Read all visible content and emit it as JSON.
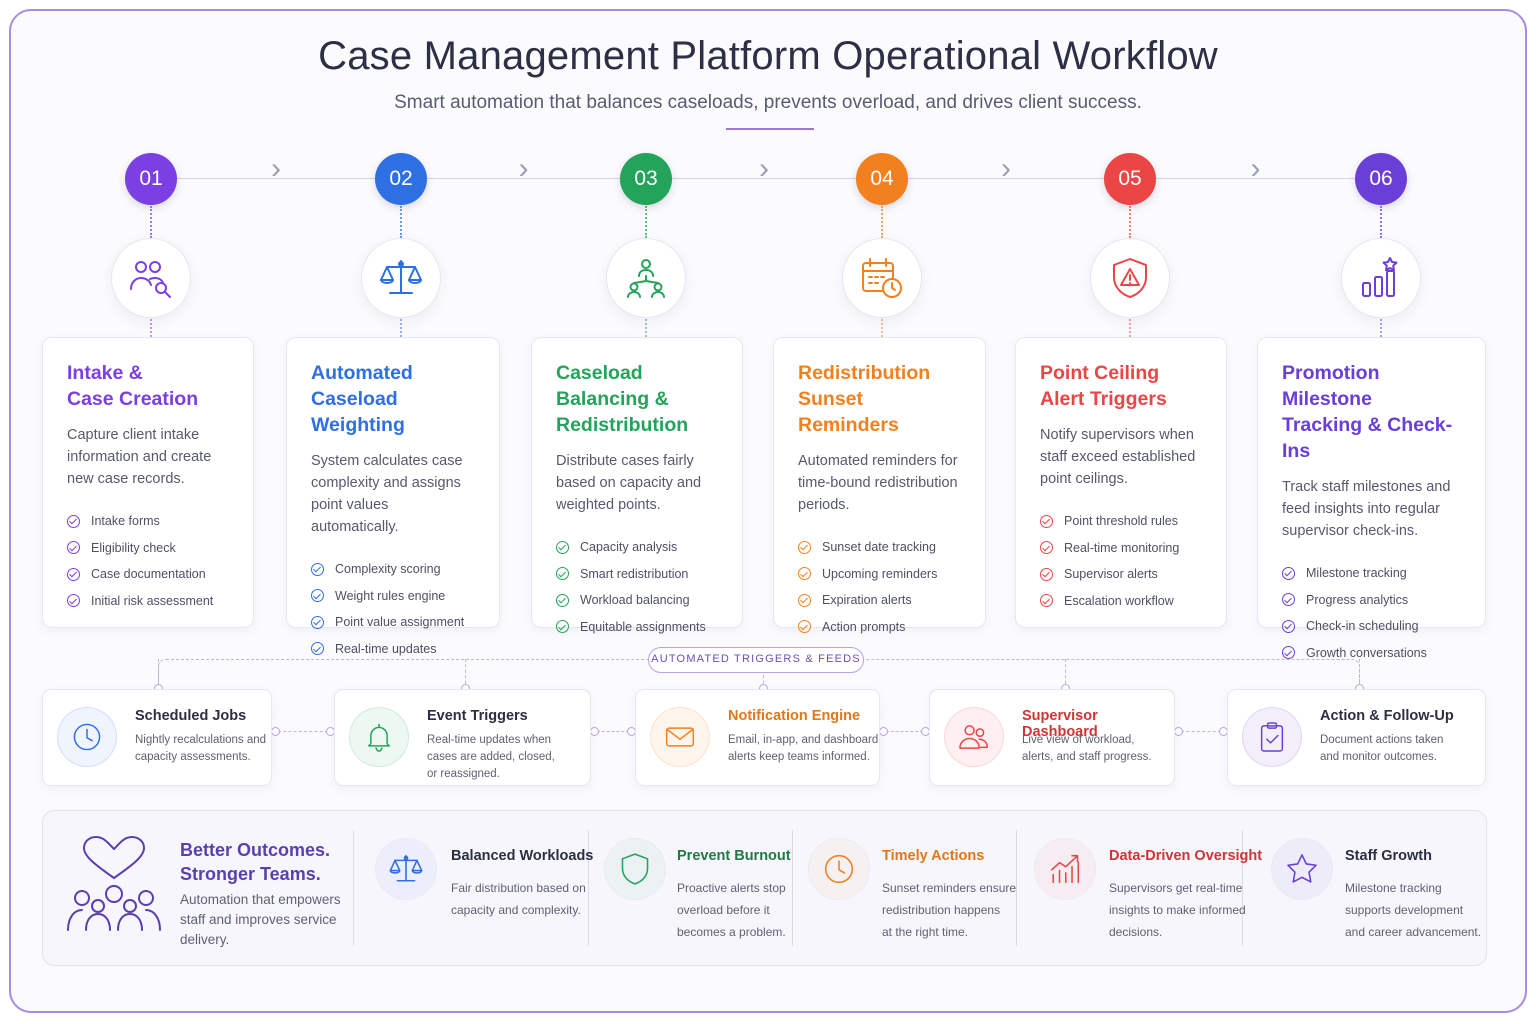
{
  "header": {
    "title": "Case Management Platform Operational Workflow",
    "subtitle": "Smart automation that balances caseloads, prevents overload, and drives client success."
  },
  "steps": [
    {
      "number": "01",
      "color": "#7b3fe4",
      "title_lines": [
        "Intake &",
        "Case Creation"
      ],
      "description": "Capture client intake information and create new case records.",
      "features": [
        "Intake forms",
        "Eligibility check",
        "Case documentation",
        "Initial risk assessment"
      ],
      "icon": "users-search-icon"
    },
    {
      "number": "02",
      "color": "#2f6fe4",
      "title_lines": [
        "Automated",
        "Caseload Weighting"
      ],
      "description": "System calculates case complexity and assigns point values automatically.",
      "features": [
        "Complexity scoring",
        "Weight rules engine",
        "Point value assignment",
        "Real-time updates"
      ],
      "icon": "scale-icon"
    },
    {
      "number": "03",
      "color": "#24a35a",
      "title_lines": [
        "Caseload",
        "Balancing &",
        "Redistribution"
      ],
      "description": "Distribute cases fairly based on capacity and weighted points.",
      "features": [
        "Capacity analysis",
        "Smart redistribution",
        "Workload balancing",
        "Equitable assignments"
      ],
      "icon": "team-hierarchy-icon"
    },
    {
      "number": "04",
      "color": "#f2801f",
      "title_lines": [
        "Redistribution",
        "Sunset Reminders"
      ],
      "description": "Automated reminders for time-bound redistribution periods.",
      "features": [
        "Sunset date tracking",
        "Upcoming reminders",
        "Expiration alerts",
        "Action prompts"
      ],
      "icon": "calendar-clock-icon"
    },
    {
      "number": "05",
      "color": "#ec4545",
      "title_lines": [
        "Point Ceiling",
        "Alert Triggers"
      ],
      "description": "Notify supervisors when staff exceed established point ceilings.",
      "features": [
        "Point threshold rules",
        "Real-time monitoring",
        "Supervisor alerts",
        "Escalation workflow"
      ],
      "icon": "shield-alert-icon"
    },
    {
      "number": "06",
      "color": "#6a3fd8",
      "title_lines": [
        "Promotion Milestone",
        "Tracking & Check-Ins"
      ],
      "description": "Track staff milestones and feed insights into regular supervisor check-ins.",
      "features": [
        "Milestone tracking",
        "Progress analytics",
        "Check-in scheduling",
        "Growth conversations"
      ],
      "icon": "bar-chart-star-icon"
    }
  ],
  "triggers": {
    "label": "AUTOMATED TRIGGERS & FEEDS",
    "items": [
      {
        "title": "Scheduled Jobs",
        "color": "#2b2f42",
        "accent": "#2f6fe4",
        "icon": "clock-icon",
        "lines": [
          "Nightly recalculations and",
          "capacity assessments."
        ]
      },
      {
        "title": "Event Triggers",
        "color": "#2b2f42",
        "accent": "#24a35a",
        "icon": "bell-icon",
        "lines": [
          "Real-time updates when",
          "cases are added, closed,",
          "or reassigned."
        ]
      },
      {
        "title": "Notification Engine",
        "color": "#e0771b",
        "accent": "#f2801f",
        "icon": "mail-icon",
        "lines": [
          "Email, in-app, and dashboard",
          "alerts keep teams informed."
        ]
      },
      {
        "title": "Supervisor Dashboard",
        "color": "#d23434",
        "accent": "#ec4545",
        "icon": "supervisor-users-icon",
        "lines": [
          "Live view of workload,",
          "alerts, and staff progress."
        ]
      },
      {
        "title": "Action & Follow-Up",
        "color": "#2b2f42",
        "accent": "#6a3fd8",
        "icon": "clipboard-check-icon",
        "lines": [
          "Document actions taken",
          "and monitor outcomes."
        ]
      }
    ]
  },
  "outcomes": {
    "hero": {
      "title_lines": [
        "Better Outcomes.",
        "Stronger Teams."
      ],
      "desc_lines": [
        "Automation that empowers",
        "staff and improves service",
        "delivery."
      ],
      "icon": "heart-community-icon"
    },
    "benefits": [
      {
        "title": "Balanced Workloads",
        "color": "#2b2f42",
        "accent": "#2f6fe4",
        "icon": "scale-icon",
        "lines": [
          "Fair distribution based on",
          "capacity and complexity."
        ]
      },
      {
        "title": "Prevent Burnout",
        "color": "#1f7a43",
        "accent": "#24a35a",
        "icon": "shield-icon",
        "lines": [
          "Proactive alerts stop",
          "overload before it",
          "becomes a problem."
        ]
      },
      {
        "title": "Timely Actions",
        "color": "#e0771b",
        "accent": "#f2801f",
        "icon": "clock-icon",
        "lines": [
          "Sunset reminders ensure",
          "redistribution happens",
          "at the right time."
        ]
      },
      {
        "title": "Data-Driven Oversight",
        "color": "#d23434",
        "accent": "#ec4545",
        "icon": "trend-chart-icon",
        "lines": [
          "Supervisors get real-time",
          "insights to make informed",
          "decisions."
        ]
      },
      {
        "title": "Staff Growth",
        "color": "#2b2f42",
        "accent": "#6a3fd8",
        "icon": "star-icon",
        "lines": [
          "Milestone tracking",
          "supports development",
          "and career advancement."
        ]
      }
    ]
  }
}
